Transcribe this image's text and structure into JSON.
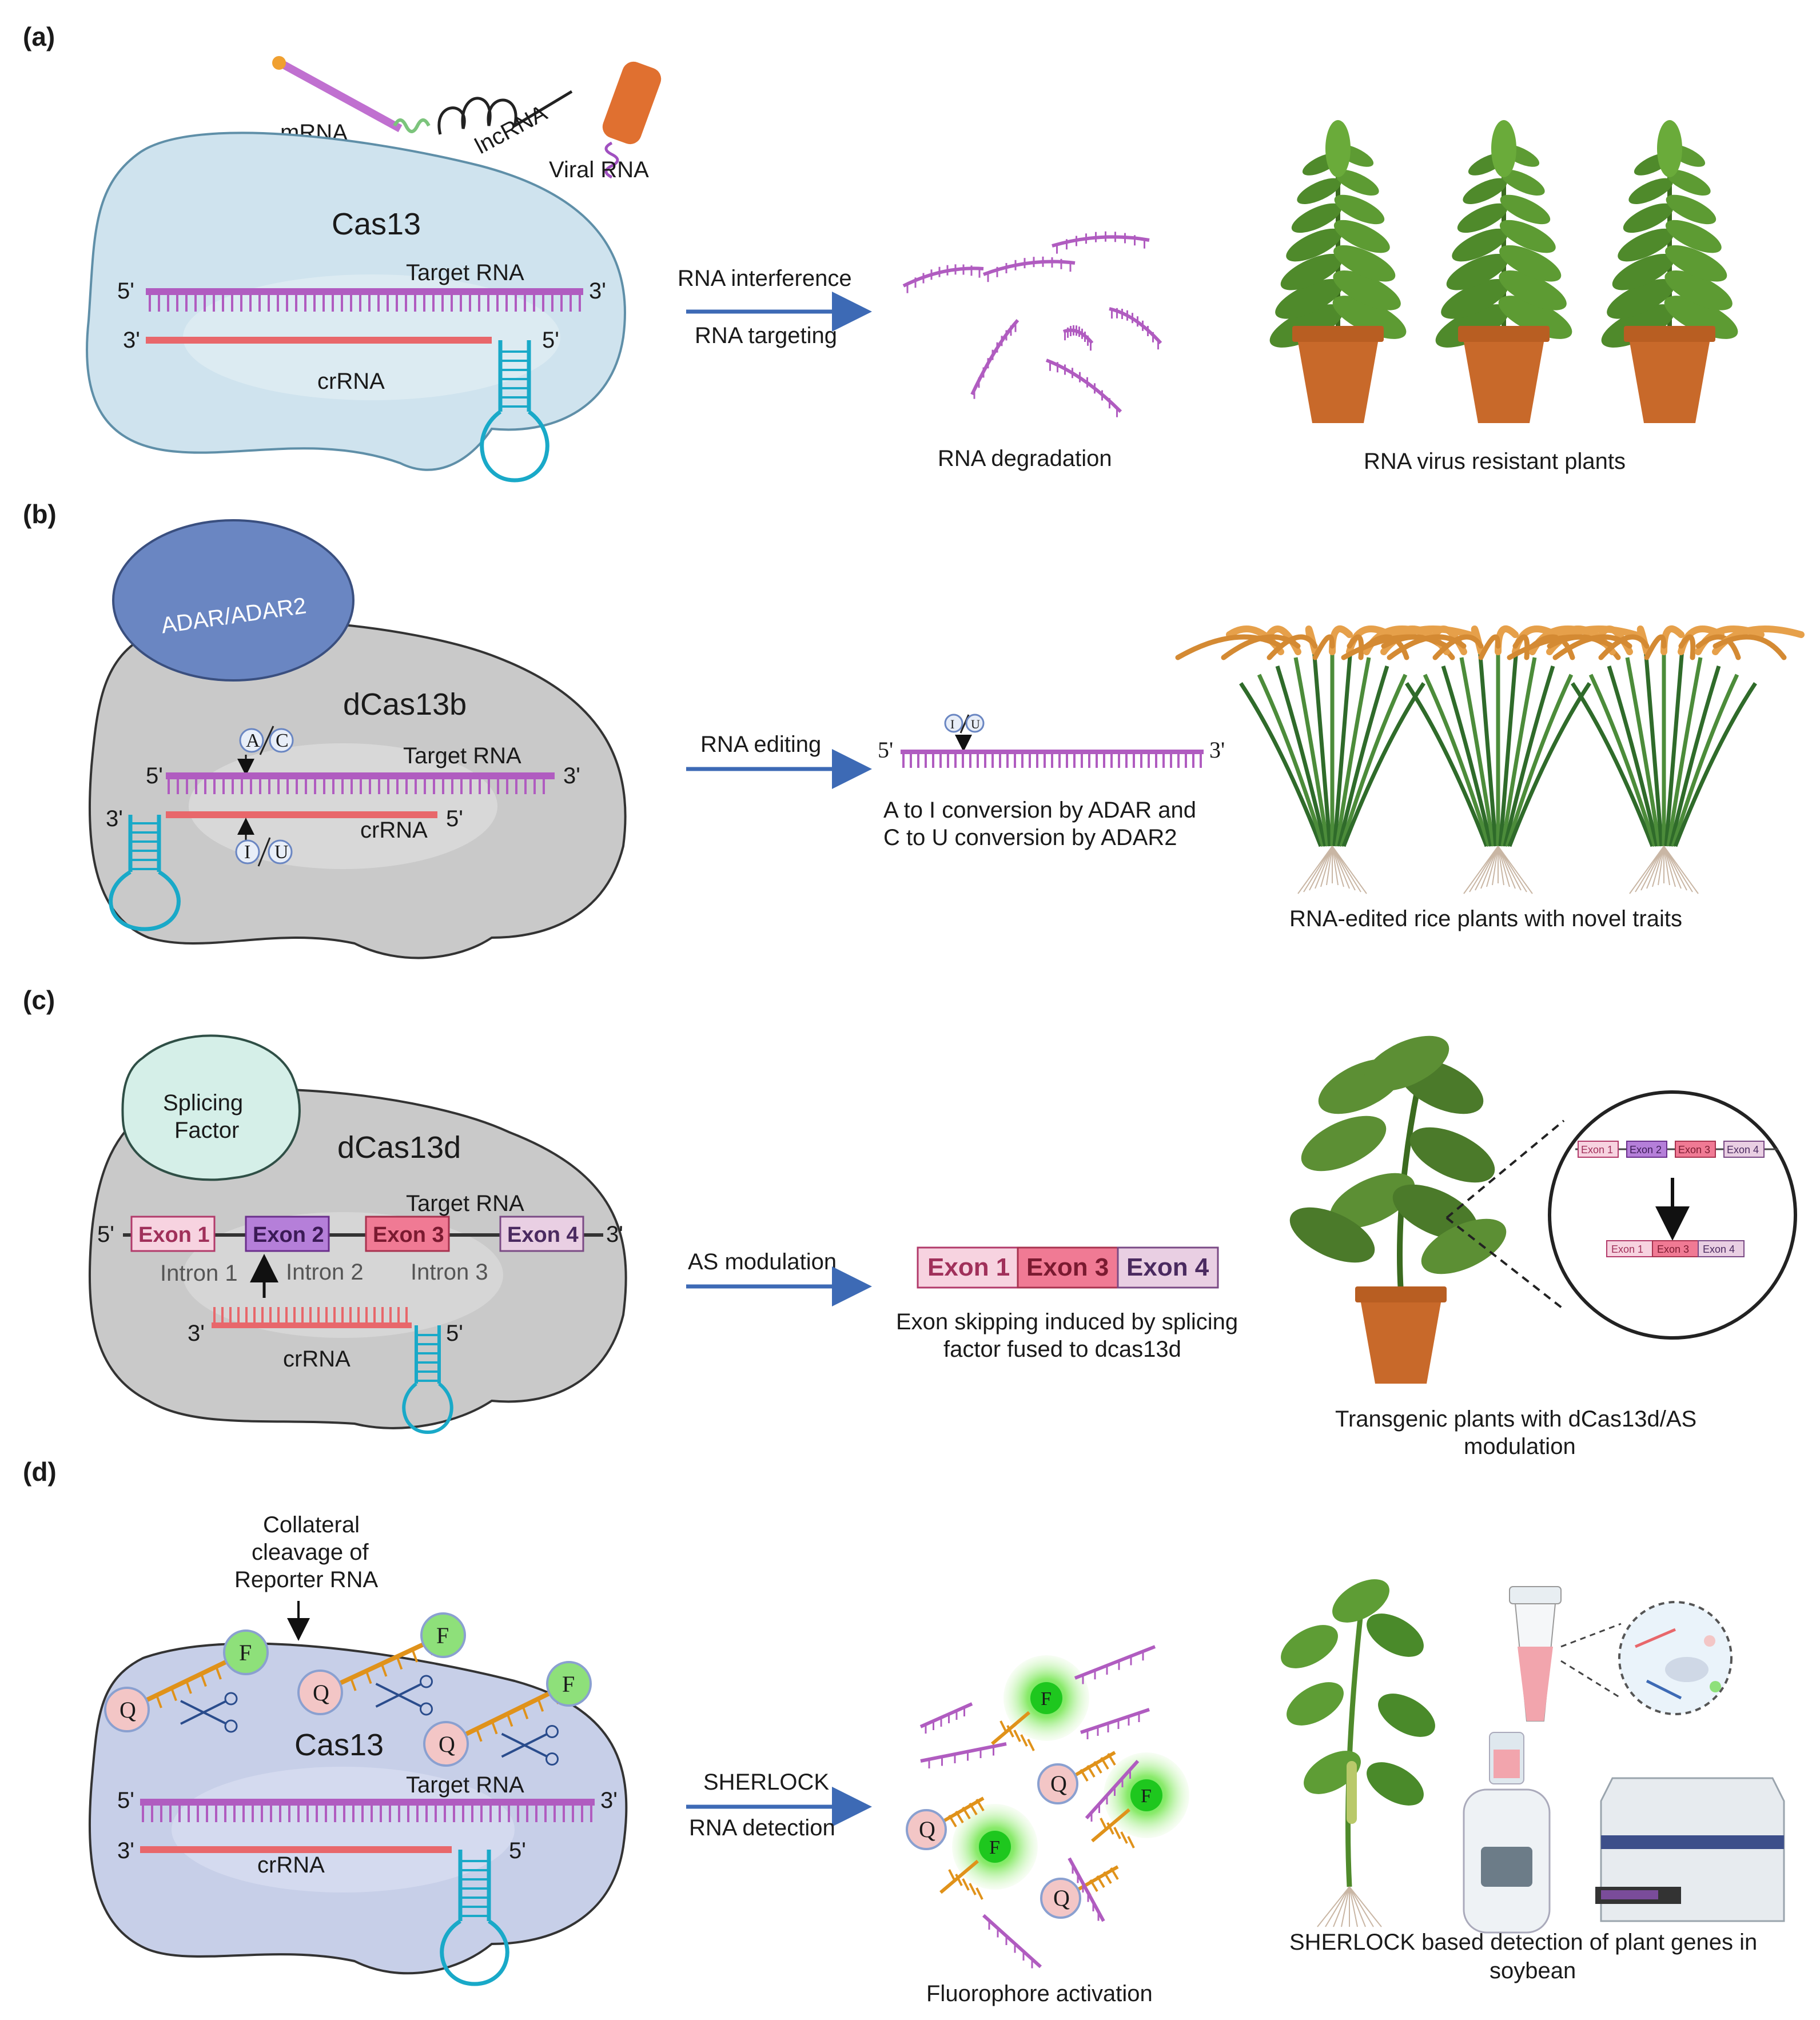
{
  "panels": {
    "a": {
      "label": "(a)",
      "rna_types": [
        "mRNA",
        "lncRNA",
        "Viral RNA"
      ],
      "protein": "Cas13",
      "target_rna": "Target RNA",
      "crrna": "crRNA",
      "end_5": "5'",
      "end_3": "3'",
      "arrow_top": "RNA interference",
      "arrow_bottom": "RNA targeting",
      "result": "RNA degradation",
      "outcome": "RNA virus resistant  plants"
    },
    "b": {
      "label": "(b)",
      "enzyme": "ADAR/ADAR2",
      "protein": "dCas13b",
      "target_rna": "Target RNA",
      "crrna": "crRNA",
      "base_a": "A",
      "base_c": "C",
      "base_i": "I",
      "base_u": "U",
      "arrow": "RNA editing",
      "result_line1": "A to I conversion by ADAR and",
      "result_line2": "C to U conversion by ADAR2",
      "outcome": "RNA-edited rice plants with novel traits"
    },
    "c": {
      "label": "(c)",
      "factor_line1": "Splicing",
      "factor_line2": "Factor",
      "protein": "dCas13d",
      "target_rna": "Target RNA",
      "crrna": "crRNA",
      "exons": [
        "Exon 1",
        "Exon 2",
        "Exon 3",
        "Exon 4"
      ],
      "introns": [
        "Intron 1",
        "Intron 2",
        "Intron 3"
      ],
      "arrow": "AS modulation",
      "result_exons": [
        "Exon 1",
        "Exon 3",
        "Exon 4"
      ],
      "result_line1": "Exon skipping induced by splicing",
      "result_line2": "factor fused to dcas13d",
      "outcome_line1": "Transgenic plants with dCas13d/AS",
      "outcome_line2": "modulation"
    },
    "d": {
      "label": "(d)",
      "note_line1": "Collateral",
      "note_line2": "cleavage of",
      "note_line3": "Reporter RNA",
      "quencher": "Q",
      "fluor": "F",
      "protein": "Cas13",
      "target_rna": "Target RNA",
      "crrna": "crRNA",
      "arrow_top": "SHERLOCK",
      "arrow_bottom": "RNA detection",
      "result": "Fluorophore activation",
      "outcome_line1": "SHERLOCK based detection of plant genes in",
      "outcome_line2": "soybean"
    }
  },
  "colors": {
    "cas13_blob": "#cfe3ee",
    "dcas_blob": "#c9c9c9",
    "adar": "#6a86c2",
    "splicing": "#d5efe8",
    "d_blob": "#c7cfe8",
    "rna_purple": "#b05cc0",
    "crrna_red": "#e8676b",
    "hairpin": "#19a9c8",
    "arrow_blue": "#3d6ab5",
    "pot": "#c8692a",
    "leaf": "#4f8a2b",
    "rice_grain": "#e6a04a",
    "exon1": "#f7d3e0",
    "exon2": "#b57fd9",
    "exon3": "#f07a94",
    "exon4": "#e9cfe3"
  }
}
